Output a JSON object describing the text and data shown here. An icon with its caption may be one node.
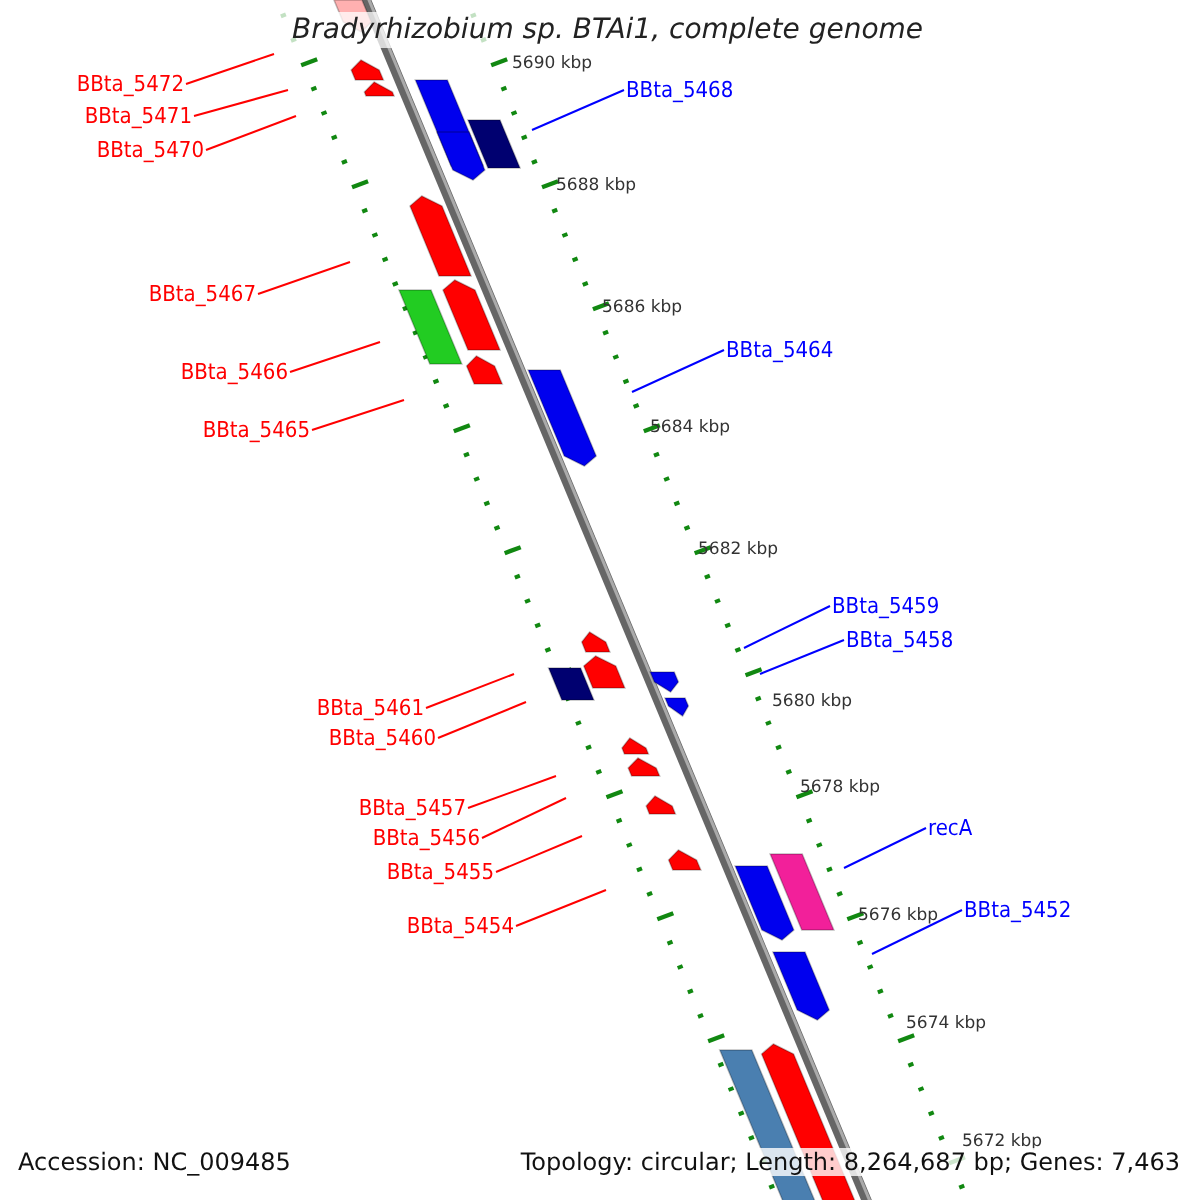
{
  "diagram": {
    "title": "Bradyrhizobium sp. BTAi1, complete genome",
    "nodes": [
      {
        "text": [
          "BBta_5472"
        ]
      },
      {
        "text": [
          "BBta_5471"
        ]
      },
      {
        "text": [
          "BBta_5470"
        ]
      },
      {
        "text": [
          "BBta_5468"
        ]
      },
      {
        "text": [
          "BBta_5467"
        ]
      },
      {
        "text": [
          "BBta_5466"
        ]
      },
      {
        "text": [
          "BBta_5464"
        ]
      },
      {
        "text": [
          "BBta_5465"
        ]
      },
      {
        "text": [
          "BBta_5459"
        ]
      },
      {
        "text": [
          "BBta_5458"
        ]
      },
      {
        "text": [
          "BBta_5461"
        ]
      },
      {
        "text": [
          "BBta_5460"
        ]
      },
      {
        "text": [
          "BBta_5457"
        ]
      },
      {
        "text": [
          "BBta_5456"
        ]
      },
      {
        "text": [
          "recA"
        ]
      },
      {
        "text": [
          "BBta_5455"
        ]
      },
      {
        "text": [
          "BBta_5452"
        ]
      },
      {
        "text": [
          "BBta_5454"
        ]
      }
    ],
    "edges": [
      {
        "from": 0,
        "to": null,
        "arrow": "none"
      },
      {
        "from": 1,
        "to": null,
        "arrow": "none"
      },
      {
        "from": 2,
        "to": null,
        "arrow": "none"
      },
      {
        "from": 3,
        "to": null,
        "arrow": "none",
        "color": "#0000ff"
      },
      {
        "from": 4,
        "to": null,
        "arrow": "none"
      },
      {
        "from": 5,
        "to": null,
        "arrow": "none"
      },
      {
        "from": 6,
        "to": null,
        "arrow": "none",
        "color": "#0000ff"
      },
      {
        "from": 7,
        "to": null,
        "arrow": "none"
      },
      {
        "from": 8,
        "to": null,
        "arrow": "none",
        "color": "#0000ff"
      },
      {
        "from": 9,
        "to": null,
        "arrow": "none",
        "color": "#0000ff"
      },
      {
        "from": 10,
        "to": null,
        "arrow": "none"
      },
      {
        "from": 11,
        "to": null,
        "arrow": "none"
      },
      {
        "from": 12,
        "to": null,
        "arrow": "none"
      },
      {
        "from": 13,
        "to": null,
        "arrow": "none"
      },
      {
        "from": 14,
        "to": null,
        "arrow": "none",
        "color": "#0000ff"
      },
      {
        "from": 15,
        "to": null,
        "arrow": "none"
      },
      {
        "from": 16,
        "to": null,
        "arrow": "none",
        "color": "#0000ff"
      },
      {
        "from": 17,
        "to": null,
        "arrow": "none"
      }
    ],
    "labels": [
      "5690 kbp",
      "5688 kbp",
      "5686 kbp",
      "5684 kbp",
      "5682 kbp",
      "5680 kbp",
      "5678 kbp",
      "5676 kbp",
      "5674 kbp",
      "5672 kbp",
      "Accession: NC_009485",
      "Topology: circular; Length: 8,264,687 bp; Genes: 7,463"
    ]
  }
}
